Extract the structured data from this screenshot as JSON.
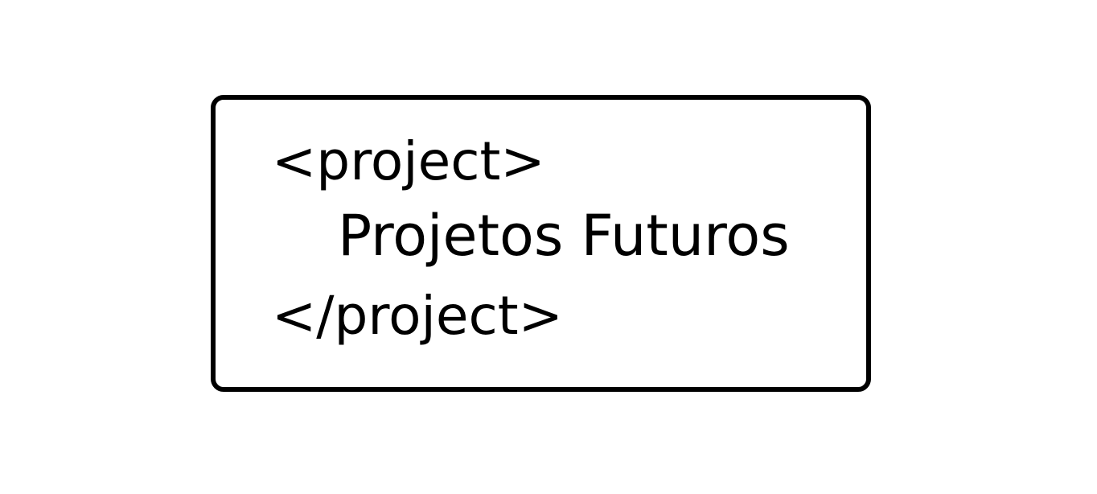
{
  "code_block": {
    "open_tag": "<project>",
    "content": "Projetos Futuros",
    "close_tag": "</project>"
  },
  "colors": {
    "background": "#ffffff",
    "border": "#000000",
    "text": "#000000"
  }
}
